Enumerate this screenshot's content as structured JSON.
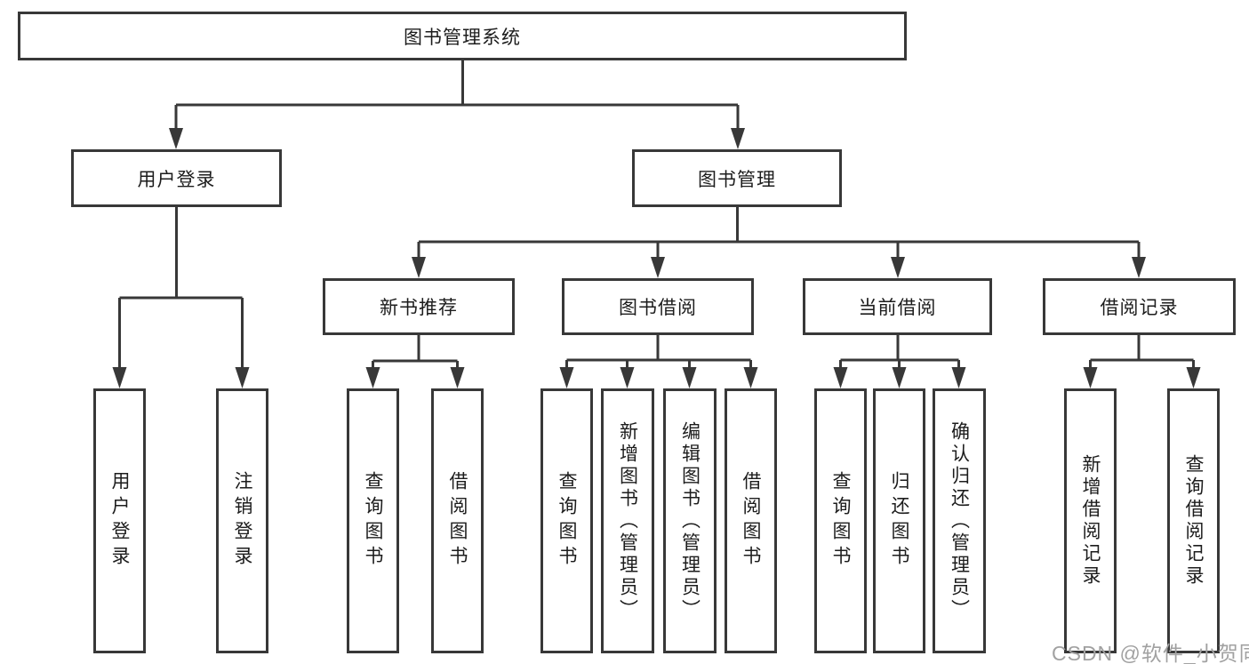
{
  "diagram": {
    "root": {
      "label": "图书管理系统"
    },
    "level2": [
      {
        "label": "用户登录"
      },
      {
        "label": "图书管理"
      }
    ],
    "level3": [
      {
        "label": "新书推荐"
      },
      {
        "label": "图书借阅"
      },
      {
        "label": "当前借阅"
      },
      {
        "label": "借阅记录"
      }
    ],
    "leaves": {
      "login": [
        "用户登录",
        "注销登录"
      ],
      "newbook": [
        "查询图书",
        "借阅图书"
      ],
      "borrow": [
        "查询图书",
        "新增图书（管理员）",
        "编辑图书（管理员）",
        "借阅图书"
      ],
      "current": [
        "查询图书",
        "归还图书",
        "确认归还（管理员）"
      ],
      "records": [
        "新增借阅记录",
        "查询借阅记录"
      ]
    },
    "watermark": "CSDN @软件_小贺同学",
    "colors": {
      "line": "#383838",
      "text": "#1c1c1c",
      "watermark": "#a1a1a1",
      "background": "#ffffff"
    }
  }
}
